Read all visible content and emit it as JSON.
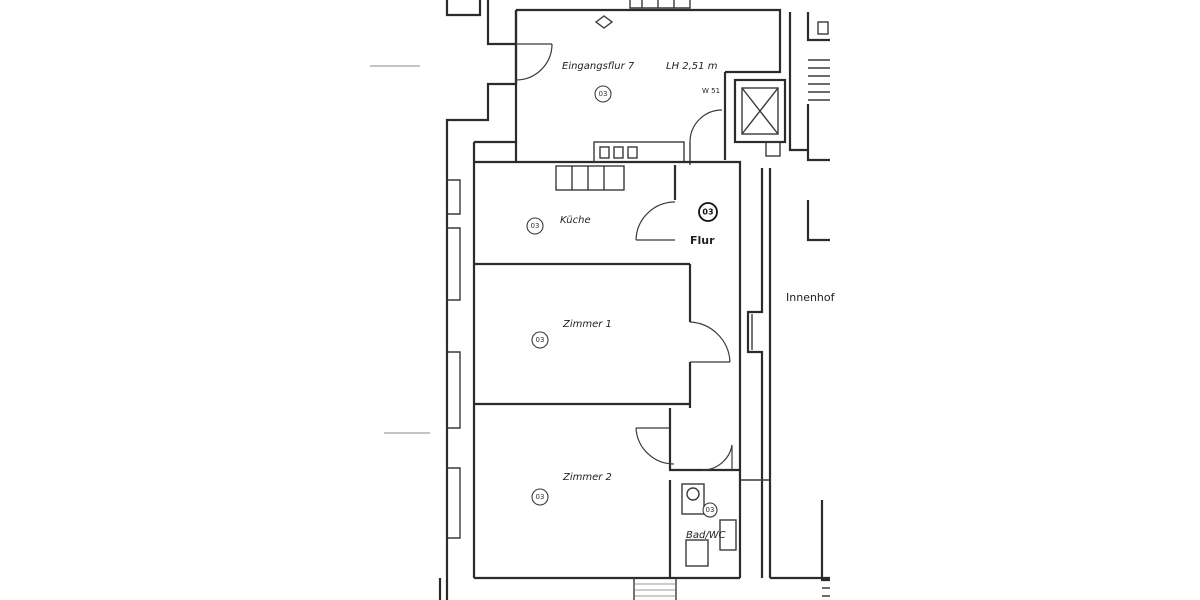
{
  "rooms": {
    "entrance": {
      "label": "Eingangsflur 7",
      "height_note": "LH 2,51 m",
      "number": "03"
    },
    "kitchen": {
      "label": "Küche",
      "number": "03"
    },
    "hall": {
      "label": "Flur",
      "number": "03"
    },
    "room1": {
      "label": "Zimmer 1",
      "number": "03"
    },
    "room2": {
      "label": "Zimmer 2",
      "number": "03"
    },
    "bath": {
      "label": "Bad/WC",
      "number": "03"
    }
  },
  "courtyard": {
    "label": "Innenhof"
  },
  "small_note": "W 51"
}
